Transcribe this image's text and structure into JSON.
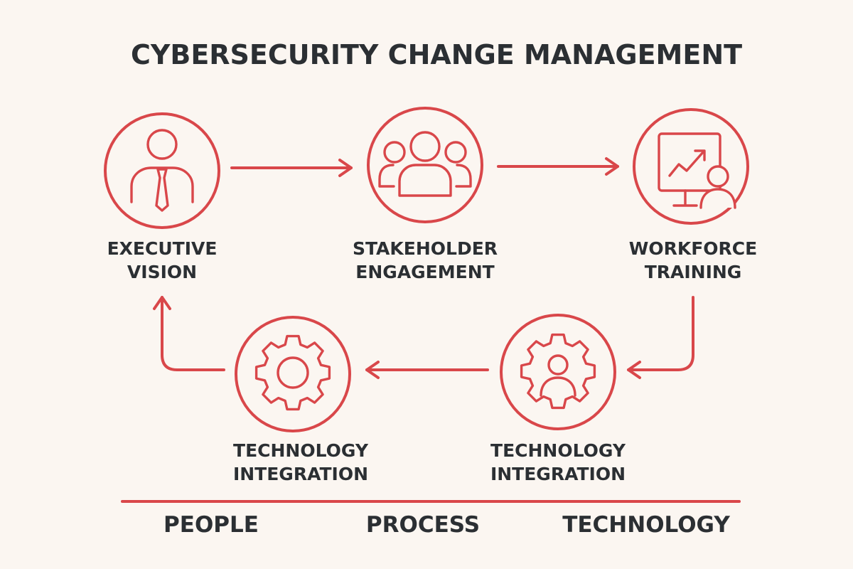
{
  "title": "CYBERSECURITY CHANGE MANAGEMENT",
  "steps": [
    {
      "icon": "executive-person-icon",
      "line1": "EXECUTIVE",
      "line2": "VISION"
    },
    {
      "icon": "people-group-icon",
      "line1": "STAKEHOLDER",
      "line2": "ENGAGEMENT"
    },
    {
      "icon": "training-presentation-icon",
      "line1": "WORKFORCE",
      "line2": "TRAINING"
    },
    {
      "icon": "gear-person-icon",
      "line1": "TECHNOLOGY",
      "line2": "INTEGRATION"
    },
    {
      "icon": "gear-icon",
      "line1": "TECHNOLOGY",
      "line2": "INTEGRATION"
    }
  ],
  "pillars": [
    "PEOPLE",
    "PROCESS",
    "TECHNOLOGY"
  ],
  "colors": {
    "accent": "#d9474a",
    "text": "#2b2f33",
    "background": "#fbf6f1"
  }
}
